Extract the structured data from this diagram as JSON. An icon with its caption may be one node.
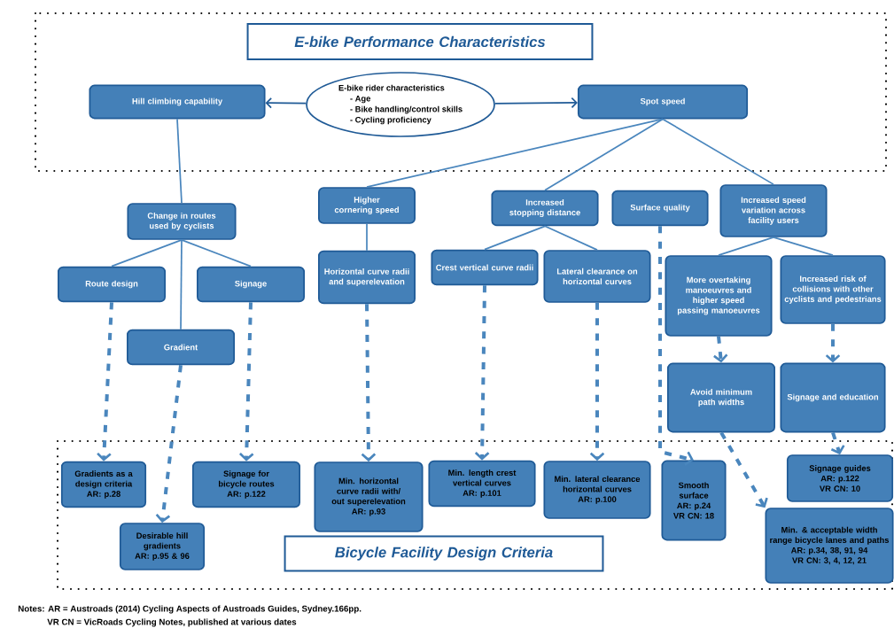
{
  "diagram": {
    "nodes": [
      {
        "text": [
          "E-bike Performance Characteristics"
        ]
      },
      {
        "text": [
          "Hill climbing capability"
        ]
      },
      {
        "text": [
          "E-bike rider characteristics",
          "- Age",
          "- Bike handling/control skills",
          "- Cycling proficiency"
        ]
      },
      {
        "text": [
          "Spot speed"
        ]
      },
      {
        "text": [
          "Change in routes used by cyclists"
        ]
      },
      {
        "text": [
          "Higher cornering speed"
        ]
      },
      {
        "text": [
          "Increased stopping distance"
        ]
      },
      {
        "text": [
          "Surface quality"
        ]
      },
      {
        "text": [
          "Increased speed variation across facility users"
        ]
      },
      {
        "text": [
          "Route design"
        ]
      },
      {
        "text": [
          "Signage"
        ]
      },
      {
        "text": [
          "Horizontal curve radii and superelevation"
        ]
      },
      {
        "text": [
          "Crest vertical curve radii"
        ]
      },
      {
        "text": [
          "Lateral clearance on horizontal curves"
        ]
      },
      {
        "text": [
          "More overtaking manoeuvres and higher speed passing manoeuvres"
        ]
      },
      {
        "text": [
          "Increased risk of collisions with other cyclists and pedestrians"
        ]
      },
      {
        "text": [
          "Gradient"
        ]
      },
      {
        "text": [
          "Avoid minimum path widths"
        ]
      },
      {
        "text": [
          "Signage and education"
        ]
      },
      {
        "text": [
          "Signage guides",
          "AR: p.122",
          "VR CN: 10"
        ]
      },
      {
        "text": [
          "Gradients as a design criteria",
          "AR: p.28"
        ]
      },
      {
        "text": [
          "Signage for bicycle routes",
          "AR: p.122"
        ]
      },
      {
        "text": [
          "Min. horizontal curve radii with/ out superelevation",
          "AR: p.93"
        ]
      },
      {
        "text": [
          "Min. length crest vertical curves",
          "AR: p.101"
        ]
      },
      {
        "text": [
          "Min. lateral clearance horizontal curves",
          "AR: p.100"
        ]
      },
      {
        "text": [
          "Smooth surface",
          "AR: p.24",
          "VR CN: 18"
        ]
      },
      {
        "text": [
          "Min. & acceptable width range bicycle lanes and paths",
          "AR: p.34, 38, 91, 94",
          "VR CN: 3, 4, 12, 21"
        ]
      },
      {
        "text": [
          "Desirable hill gradients",
          "AR: p.95 & 96"
        ]
      },
      {
        "text": [
          "Bicycle Facility Design Criteria"
        ]
      }
    ],
    "edges": [
      {
        "from": 2,
        "to": 1,
        "arrow": "to",
        "color": "#1f5a96"
      },
      {
        "from": 2,
        "to": 3,
        "arrow": "to",
        "color": "#1f5a96"
      },
      {
        "from": 1,
        "to": 4,
        "arrow": "none"
      },
      {
        "from": 4,
        "to": 9,
        "arrow": "none"
      },
      {
        "from": 4,
        "to": 10,
        "arrow": "none"
      },
      {
        "from": 4,
        "to": 16,
        "arrow": "none"
      },
      {
        "from": 3,
        "to": 5,
        "arrow": "none"
      },
      {
        "from": 3,
        "to": 6,
        "arrow": "none"
      },
      {
        "from": 3,
        "to": 8,
        "arrow": "none"
      },
      {
        "from": 5,
        "to": 11,
        "arrow": "none"
      },
      {
        "from": 6,
        "to": 12,
        "arrow": "none"
      },
      {
        "from": 6,
        "to": 13,
        "arrow": "none"
      },
      {
        "from": 8,
        "to": 14,
        "arrow": "none"
      },
      {
        "from": 8,
        "to": 15,
        "arrow": "none"
      },
      {
        "from": 9,
        "to": 20,
        "arrow": "to",
        "style": "dashed"
      },
      {
        "from": 16,
        "to": 27,
        "arrow": "to",
        "style": "dashed"
      },
      {
        "from": 10,
        "to": 21,
        "arrow": "to",
        "style": "dashed"
      },
      {
        "from": 11,
        "to": 22,
        "arrow": "to",
        "style": "dashed"
      },
      {
        "from": 12,
        "to": 23,
        "arrow": "to",
        "style": "dashed"
      },
      {
        "from": 13,
        "to": 24,
        "arrow": "to",
        "style": "dashed"
      },
      {
        "from": 7,
        "to": 25,
        "arrow": "to",
        "style": "dashed"
      },
      {
        "from": 14,
        "to": 17,
        "arrow": "to",
        "style": "dashed"
      },
      {
        "from": 15,
        "to": 18,
        "arrow": "to",
        "style": "dashed"
      },
      {
        "from": 17,
        "to": 26,
        "arrow": "to",
        "style": "dashed"
      },
      {
        "from": 18,
        "to": 19,
        "arrow": "to",
        "style": "dashed"
      }
    ],
    "labels": [
      "Notes: AR = Austroads (2014) Cycling Aspects of Austroads Guides, Sydney.166pp.",
      "VR CN = VicRoads Cycling Notes, published at various dates"
    ]
  }
}
